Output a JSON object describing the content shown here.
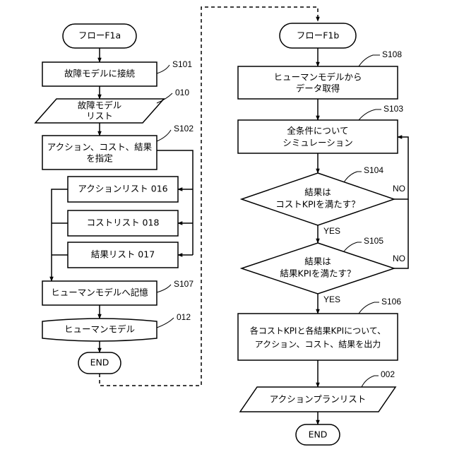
{
  "left_flow": {
    "start": "フローF1a",
    "s101": {
      "text": "故障モデルに接続",
      "label": "S101"
    },
    "list010": {
      "line1": "故障モデル",
      "line2": "リスト",
      "label": "010"
    },
    "s102": {
      "line1": "アクション、コスト、結果",
      "line2": "を指定",
      "label": "S102"
    },
    "list016": "アクションリスト 016",
    "list018": "コストリスト 018",
    "list017": "結果リスト 017",
    "s107": {
      "text": "ヒューマンモデルへ記憶",
      "label": "S107"
    },
    "db012": {
      "text": "ヒューマンモデル",
      "label": "012"
    },
    "end": "END"
  },
  "right_flow": {
    "start": "フローF1b",
    "s108": {
      "line1": "ヒューマンモデルから",
      "line2": "データ取得",
      "label": "S108"
    },
    "s103": {
      "line1": "全条件について",
      "line2": "シミュレーション",
      "label": "S103"
    },
    "s104": {
      "line1": "結果は",
      "line2": "コストKPIを満たす？",
      "label": "S104"
    },
    "s105": {
      "line1": "結果は",
      "line2": "結果KPIを満たす？",
      "label": "S105"
    },
    "s106": {
      "line1": "各コストKPIと各結果KPIについて、",
      "line2": "アクション、コスト、結果を出力",
      "label": "S106"
    },
    "out002": {
      "text": "アクションプランリスト",
      "label": "002"
    },
    "end": "END",
    "yes": "YES",
    "no": "NO"
  }
}
